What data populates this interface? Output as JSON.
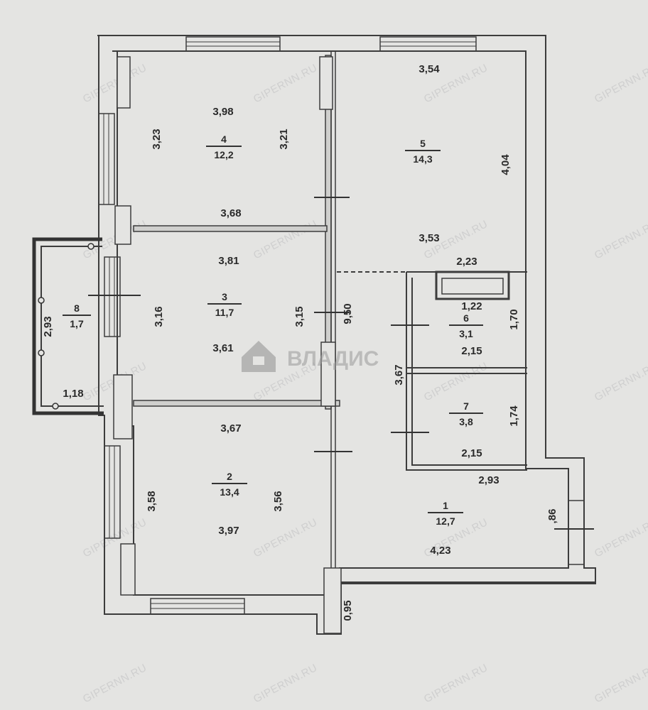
{
  "watermark": "GIPERNN.RU",
  "logo": {
    "text": "ВЛАДИС"
  },
  "rooms": [
    {
      "id": "1",
      "area": "12,7"
    },
    {
      "id": "2",
      "area": "13,4"
    },
    {
      "id": "3",
      "area": "11,7"
    },
    {
      "id": "4",
      "area": "12,2"
    },
    {
      "id": "5",
      "area": "14,3"
    },
    {
      "id": "6",
      "area": "3,1"
    },
    {
      "id": "7",
      "area": "3,8"
    },
    {
      "id": "8",
      "area": "1,7"
    }
  ],
  "dimensions": {
    "r4_top": "3,98",
    "r4_left": "3,23",
    "r4_right": "3,21",
    "r4_bottom": "3,68",
    "r5_top": "3,54",
    "r5_right": "4,04",
    "r5_bottom": "3,53",
    "r3_top": "3,81",
    "r3_left": "3,16",
    "r3_right": "3,15",
    "r3_bottom": "3,61",
    "r8_left": "2,93",
    "r8_bottom": "1,18",
    "r2_top": "3,67",
    "r2_left": "3,58",
    "r2_right": "3,56",
    "r2_bottom": "3,97",
    "corridor": "9,50",
    "corridor_lower": "3,67",
    "r6_top": "2,23",
    "r6_inner": "1,22",
    "r6_right": "1,70",
    "r6_bottom": "2,15",
    "r7_right": "1,74",
    "r7_bottom": "2,15",
    "r1_top": "2,93",
    "r1_right": ",86",
    "r1_bottom": "4,23",
    "entry": "0,95"
  }
}
